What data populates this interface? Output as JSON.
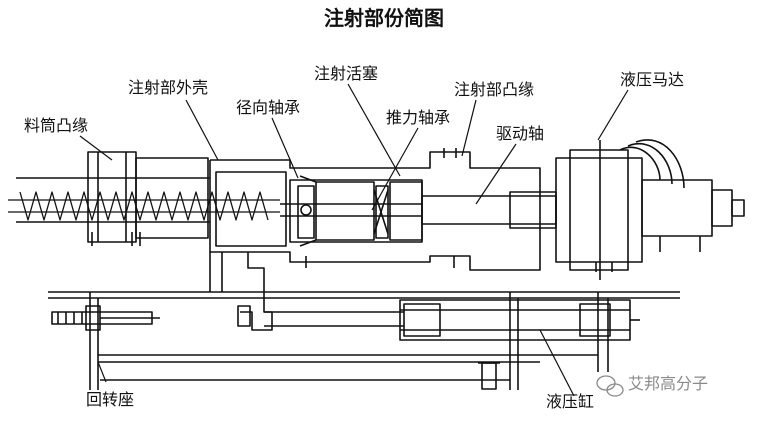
{
  "diagram": {
    "title": "注射部份简图",
    "labels": {
      "barrel_flange": "料筒凸缘",
      "injection_housing": "注射部外壳",
      "radial_bearing": "径向轴承",
      "injection_piston": "注射活塞",
      "thrust_bearing": "推力轴承",
      "injection_flange": "注射部凸缘",
      "drive_shaft": "驱动轴",
      "hydraulic_motor": "液压马达",
      "swivel_base": "回转座",
      "hydraulic_cylinder": "液压缸"
    },
    "watermark": "艾邦高分子"
  },
  "colors": {
    "ink": "#111111",
    "watermark": "#8a8a8a"
  }
}
